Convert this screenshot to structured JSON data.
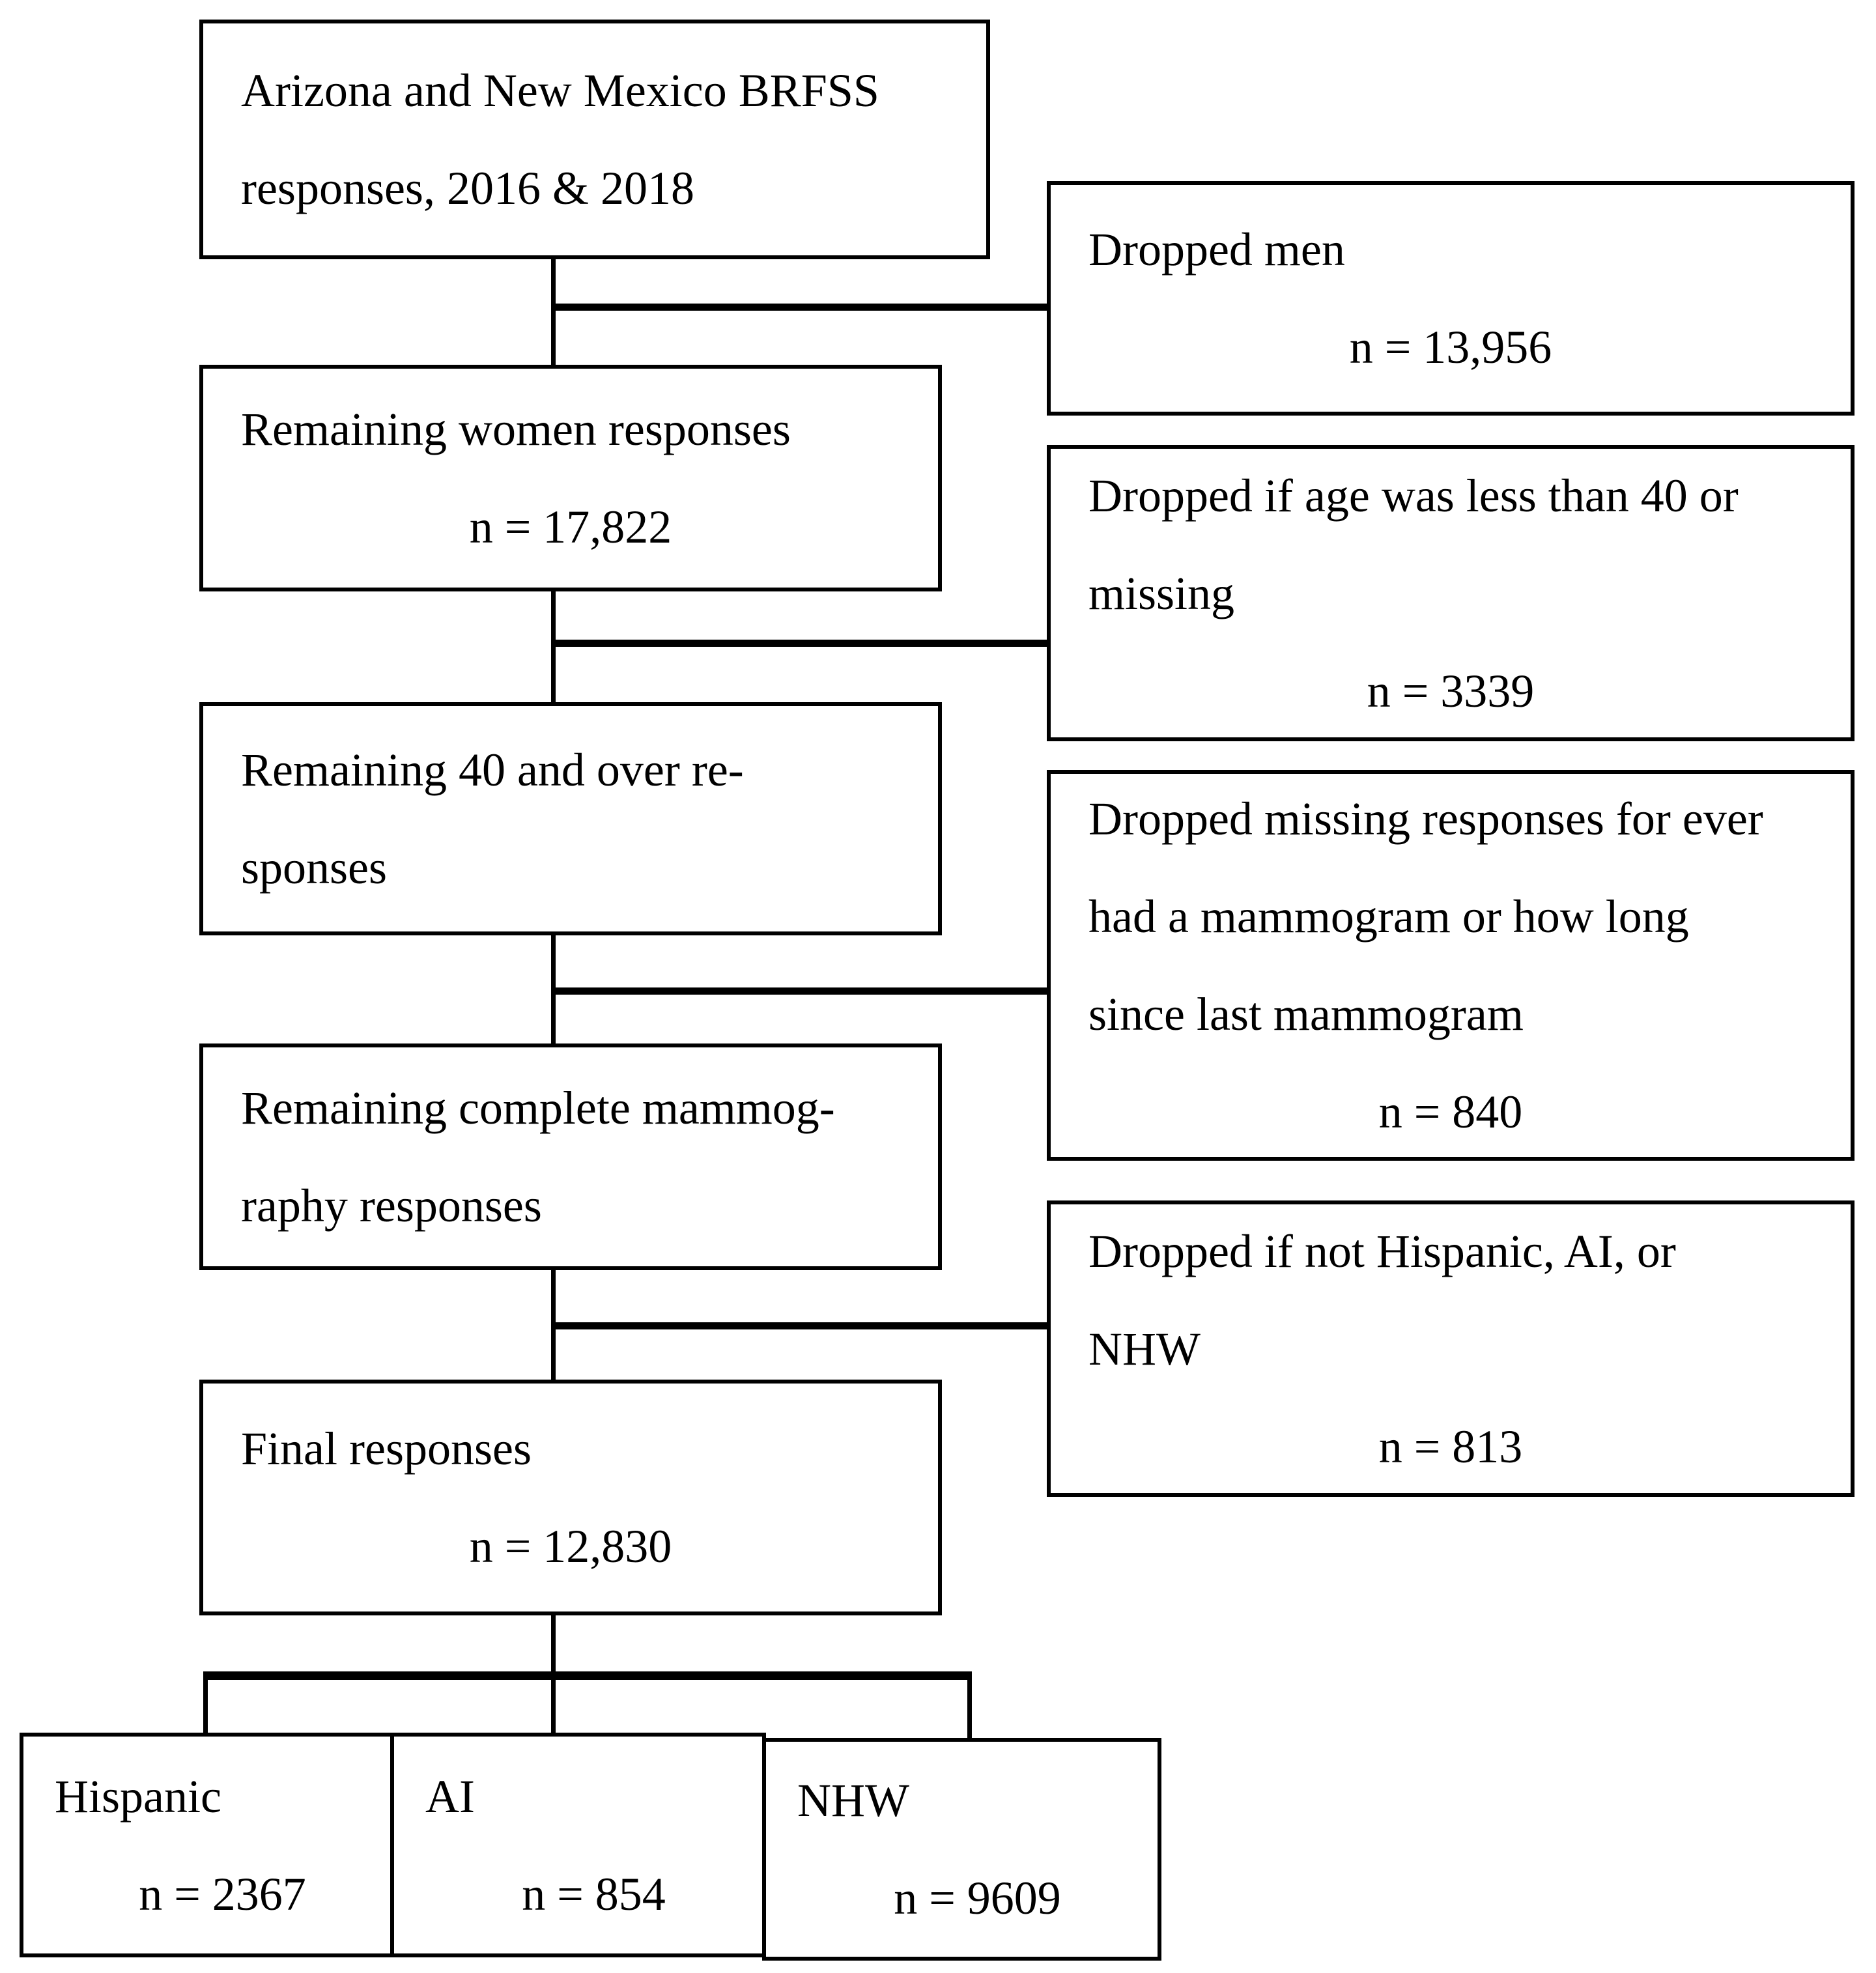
{
  "figure": {
    "type": "participant-flow-diagram",
    "colors": {
      "line": "#000000",
      "background": "#ffffff",
      "text": "#000000"
    },
    "main": [
      {
        "id": "source",
        "lines": [
          "Arizona and New Mexico BRFSS",
          "responses, 2016 & 2018"
        ],
        "n": ""
      },
      {
        "id": "women",
        "lines": [
          "Remaining women responses"
        ],
        "n": "n = 17,822",
        "count": 17822
      },
      {
        "id": "age40",
        "lines": [
          "Remaining 40 and over re-",
          "sponses"
        ],
        "n": ""
      },
      {
        "id": "mammography",
        "lines": [
          "Remaining complete mammog-",
          "raphy responses"
        ],
        "n": ""
      },
      {
        "id": "final",
        "lines": [
          "Final responses"
        ],
        "n": "n = 12,830",
        "count": 12830
      }
    ],
    "dropped": [
      {
        "id": "dropped-men",
        "lines": [
          "Dropped men"
        ],
        "n": "n = 13,956",
        "count": 13956
      },
      {
        "id": "dropped-age",
        "lines": [
          "Dropped if age was less than 40 or",
          "missing"
        ],
        "n": "n = 3339",
        "count": 3339
      },
      {
        "id": "dropped-mammogram",
        "lines": [
          "Dropped missing responses for ever",
          "had a mammogram or how long",
          "since last mammogram"
        ],
        "n": "n = 840",
        "count": 840
      },
      {
        "id": "dropped-race",
        "lines": [
          "Dropped if not Hispanic, AI, or",
          "NHW"
        ],
        "n": "n = 813",
        "count": 813
      }
    ],
    "groups": [
      {
        "id": "hispanic",
        "label": "Hispanic",
        "n": "n = 2367",
        "count": 2367
      },
      {
        "id": "ai",
        "label": "AI",
        "n": "n = 854",
        "count": 854
      },
      {
        "id": "nhw",
        "label": "NHW",
        "n": "n = 9609",
        "count": 9609
      }
    ]
  }
}
